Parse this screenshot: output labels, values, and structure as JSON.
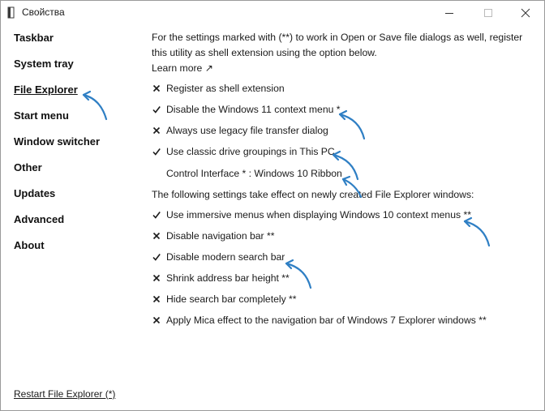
{
  "window": {
    "title": "Свойства",
    "controls": [
      "minimize",
      "maximize",
      "close"
    ]
  },
  "sidebar": {
    "items": [
      {
        "label": "Taskbar",
        "active": false
      },
      {
        "label": "System tray",
        "active": false
      },
      {
        "label": "File Explorer",
        "active": true
      },
      {
        "label": "Start menu",
        "active": false
      },
      {
        "label": "Window switcher",
        "active": false
      },
      {
        "label": "Other",
        "active": false
      },
      {
        "label": "Updates",
        "active": false
      },
      {
        "label": "Advanced",
        "active": false
      },
      {
        "label": "About",
        "active": false
      }
    ],
    "restart_link": "Restart File Explorer (*)"
  },
  "main": {
    "intro": "For the settings marked with (**) to work in Open or Save file dialogs as well, register this utility as shell extension using the option below.",
    "learn_more": "Learn more ↗",
    "options": [
      {
        "label": "Register as shell extension",
        "checked": false
      },
      {
        "label": "Disable the Windows 11 context menu *",
        "checked": true
      },
      {
        "label": "Always use legacy file transfer dialog",
        "checked": false
      },
      {
        "label": "Use classic drive groupings in This PC",
        "checked": true
      }
    ],
    "control_interface": "Control Interface * : Windows 10 Ribbon",
    "section_note": "The following settings take effect on newly created File Explorer windows:",
    "window_options": [
      {
        "label": "Use immersive menus when displaying Windows 10 context menus **",
        "checked": true
      },
      {
        "label": "Disable navigation bar **",
        "checked": false
      },
      {
        "label": "Disable modern search bar",
        "checked": true
      },
      {
        "label": "Shrink address bar height **",
        "checked": false
      },
      {
        "label": "Hide search bar completely **",
        "checked": false
      },
      {
        "label": "Apply Mica effect to the navigation bar of Windows 7 Explorer windows **",
        "checked": false
      }
    ]
  },
  "colors": {
    "annotation_arrow": "#2f7fc4",
    "text": "#1a1a1a"
  }
}
